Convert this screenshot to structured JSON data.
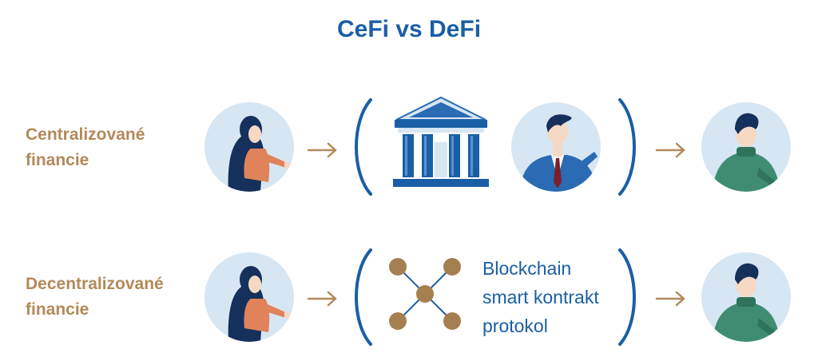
{
  "title": "CeFi vs DeFi",
  "rows": [
    {
      "label_line1": "Centralizované",
      "label_line2": "financie",
      "nodes": [
        "sender-woman-icon",
        "bank-building-icon",
        "banker-man-icon",
        "recipient-man-icon"
      ]
    },
    {
      "label_line1": "Decentralizované",
      "label_line2": "financie",
      "nodes": [
        "sender-woman-icon",
        "blockchain-network-icon",
        "recipient-man-icon"
      ],
      "intermediary_text": [
        "Blockchain",
        "smart kontrakt",
        "protokol"
      ]
    }
  ],
  "colors": {
    "title": "#1a5ea6",
    "label": "#b3895a",
    "circle_bg": "#d7e6f3",
    "paren": "#1a5ea6",
    "arrow": "#b3895a",
    "node": "#a57f50"
  }
}
